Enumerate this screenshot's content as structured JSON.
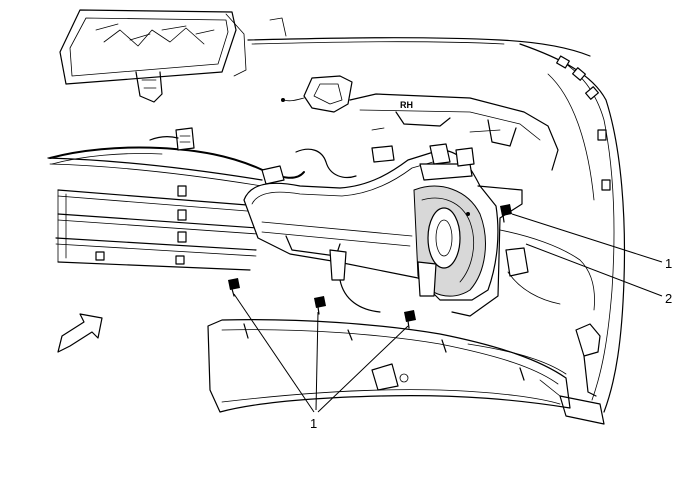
{
  "callouts": {
    "fastener_right": "1",
    "bracket": "2",
    "fasteners_bottom": "1"
  },
  "stamp": "RH",
  "icons": {
    "direction": "forward-arrow-icon"
  }
}
